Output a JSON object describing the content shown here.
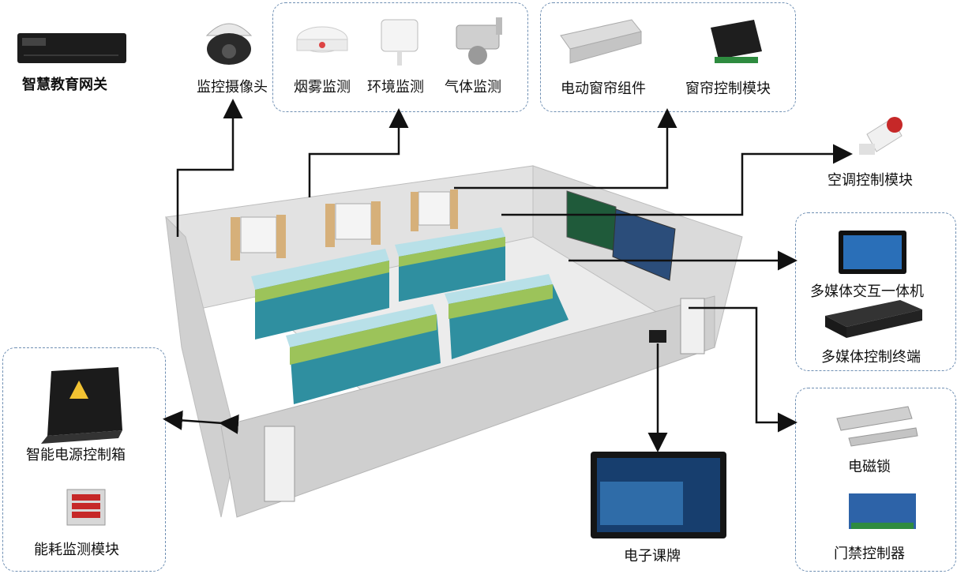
{
  "devices": {
    "gateway": "智慧教育网关",
    "camera": "监控摄像头",
    "smoke": "烟雾监测",
    "environment": "环境监测",
    "gas": "气体监测",
    "curtain": "电动窗帘组件",
    "curtain_module": "窗帘控制模块",
    "aircon": "空调控制模块",
    "multimedia_all_in_one": "多媒体交互一体机",
    "multimedia_terminal": "多媒体控制终端",
    "power_box": "智能电源控制箱",
    "energy_module": "能耗监测模块",
    "class_board": "电子课牌",
    "magnetic_lock": "电磁锁",
    "access_controller": "门禁控制器"
  },
  "icons": {
    "gateway": "rack-server-icon",
    "camera": "dome-camera-icon",
    "smoke": "smoke-detector-icon",
    "environment": "environment-sensor-icon",
    "gas": "gas-detector-icon",
    "curtain": "curtain-motor-icon",
    "curtain_module": "control-module-icon",
    "aircon": "ac-controller-icon",
    "multimedia_all_in_one": "touch-panel-icon",
    "multimedia_terminal": "rack-terminal-icon",
    "power_box": "power-box-icon",
    "energy_module": "energy-meter-icon",
    "class_board": "class-board-icon",
    "magnetic_lock": "magnetic-lock-icon",
    "access_controller": "access-controller-icon"
  },
  "colors": {
    "group_border": "#6f8fb3",
    "arrow": "#111111",
    "desk_teal": "#2f8fa0",
    "desk_green": "#9cc35a",
    "wall": "#d9d9d9",
    "floor": "#eeeeee",
    "board": "#1f5a3a"
  }
}
